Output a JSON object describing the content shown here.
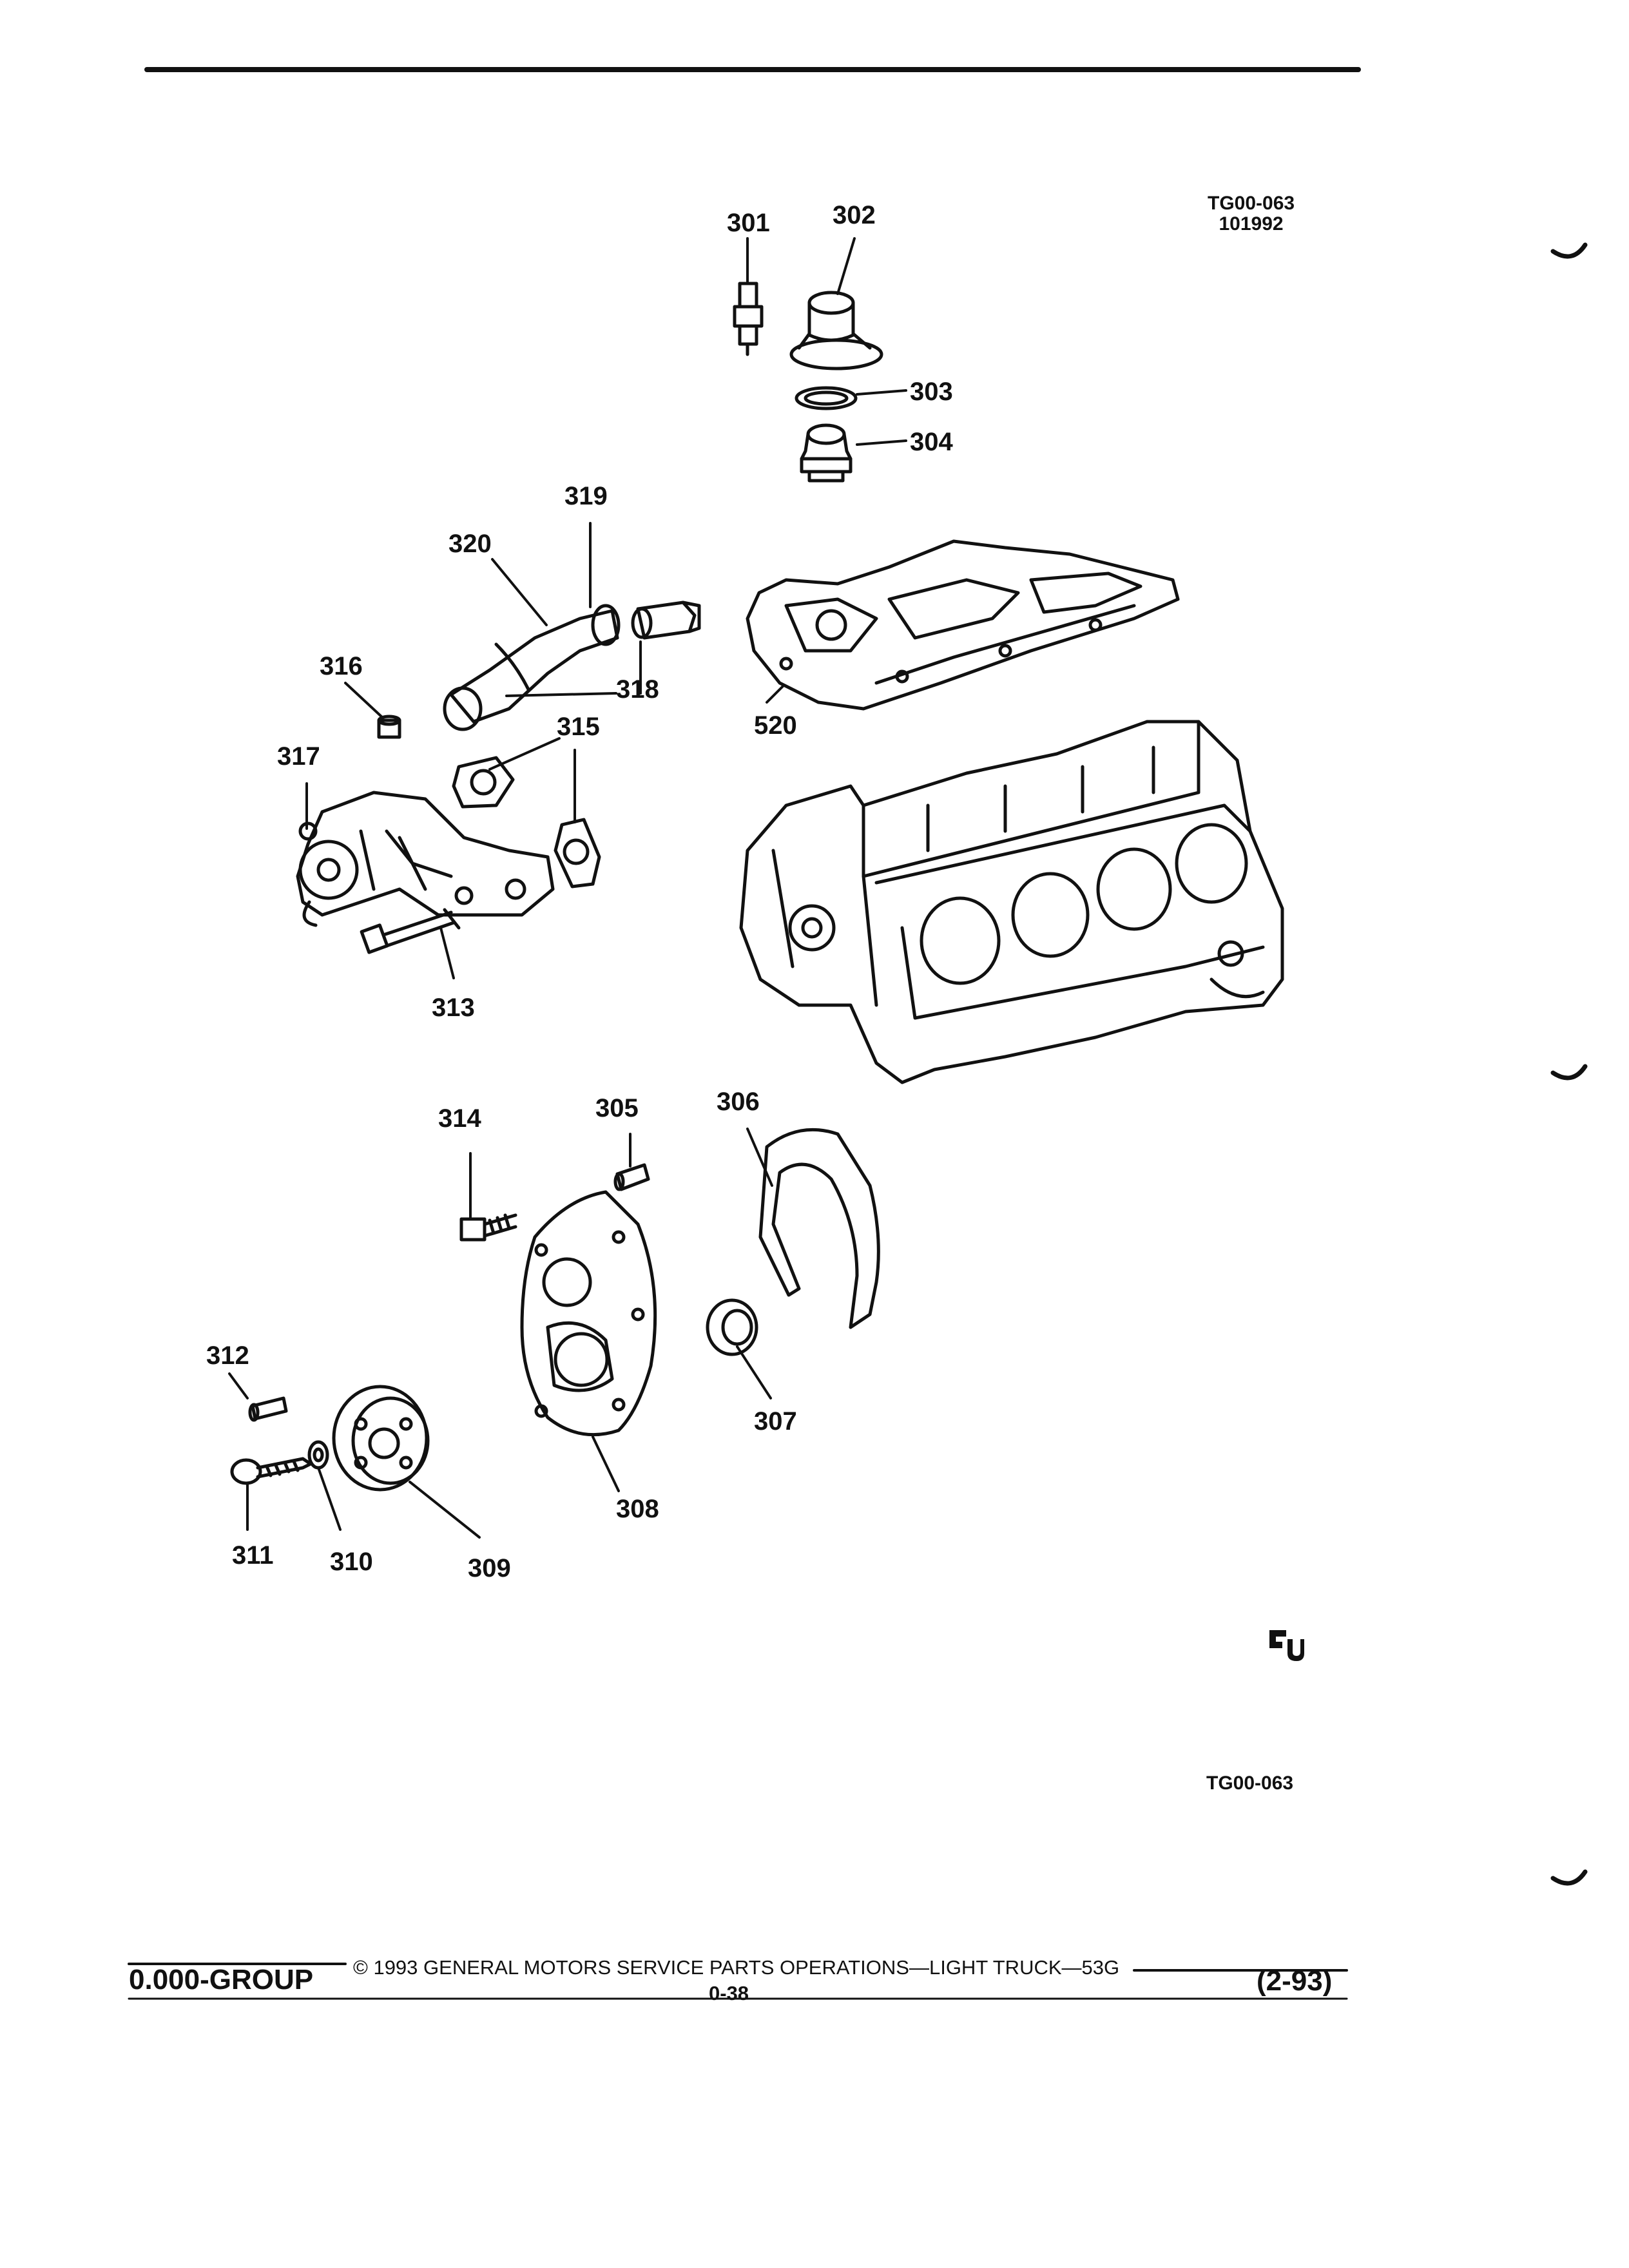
{
  "header": {
    "figure_id": "TG00-063",
    "date_code": "101992"
  },
  "callouts": [
    "301",
    "302",
    "303",
    "304",
    "305",
    "306",
    "307",
    "308",
    "309",
    "310",
    "311",
    "312",
    "313",
    "314",
    "315",
    "316",
    "317",
    "318",
    "319",
    "320",
    "520"
  ],
  "figure_id_bottom": "TG00-063",
  "logo": {
    "icon": "gm-spo-logo-icon",
    "text": "ᕴu"
  },
  "footer": {
    "group": "0.000-GROUP",
    "copyright": "© 1993 GENERAL MOTORS SERVICE PARTS OPERATIONS—LIGHT TRUCK—53G",
    "page": "0-38",
    "revision": "(2-93)"
  }
}
